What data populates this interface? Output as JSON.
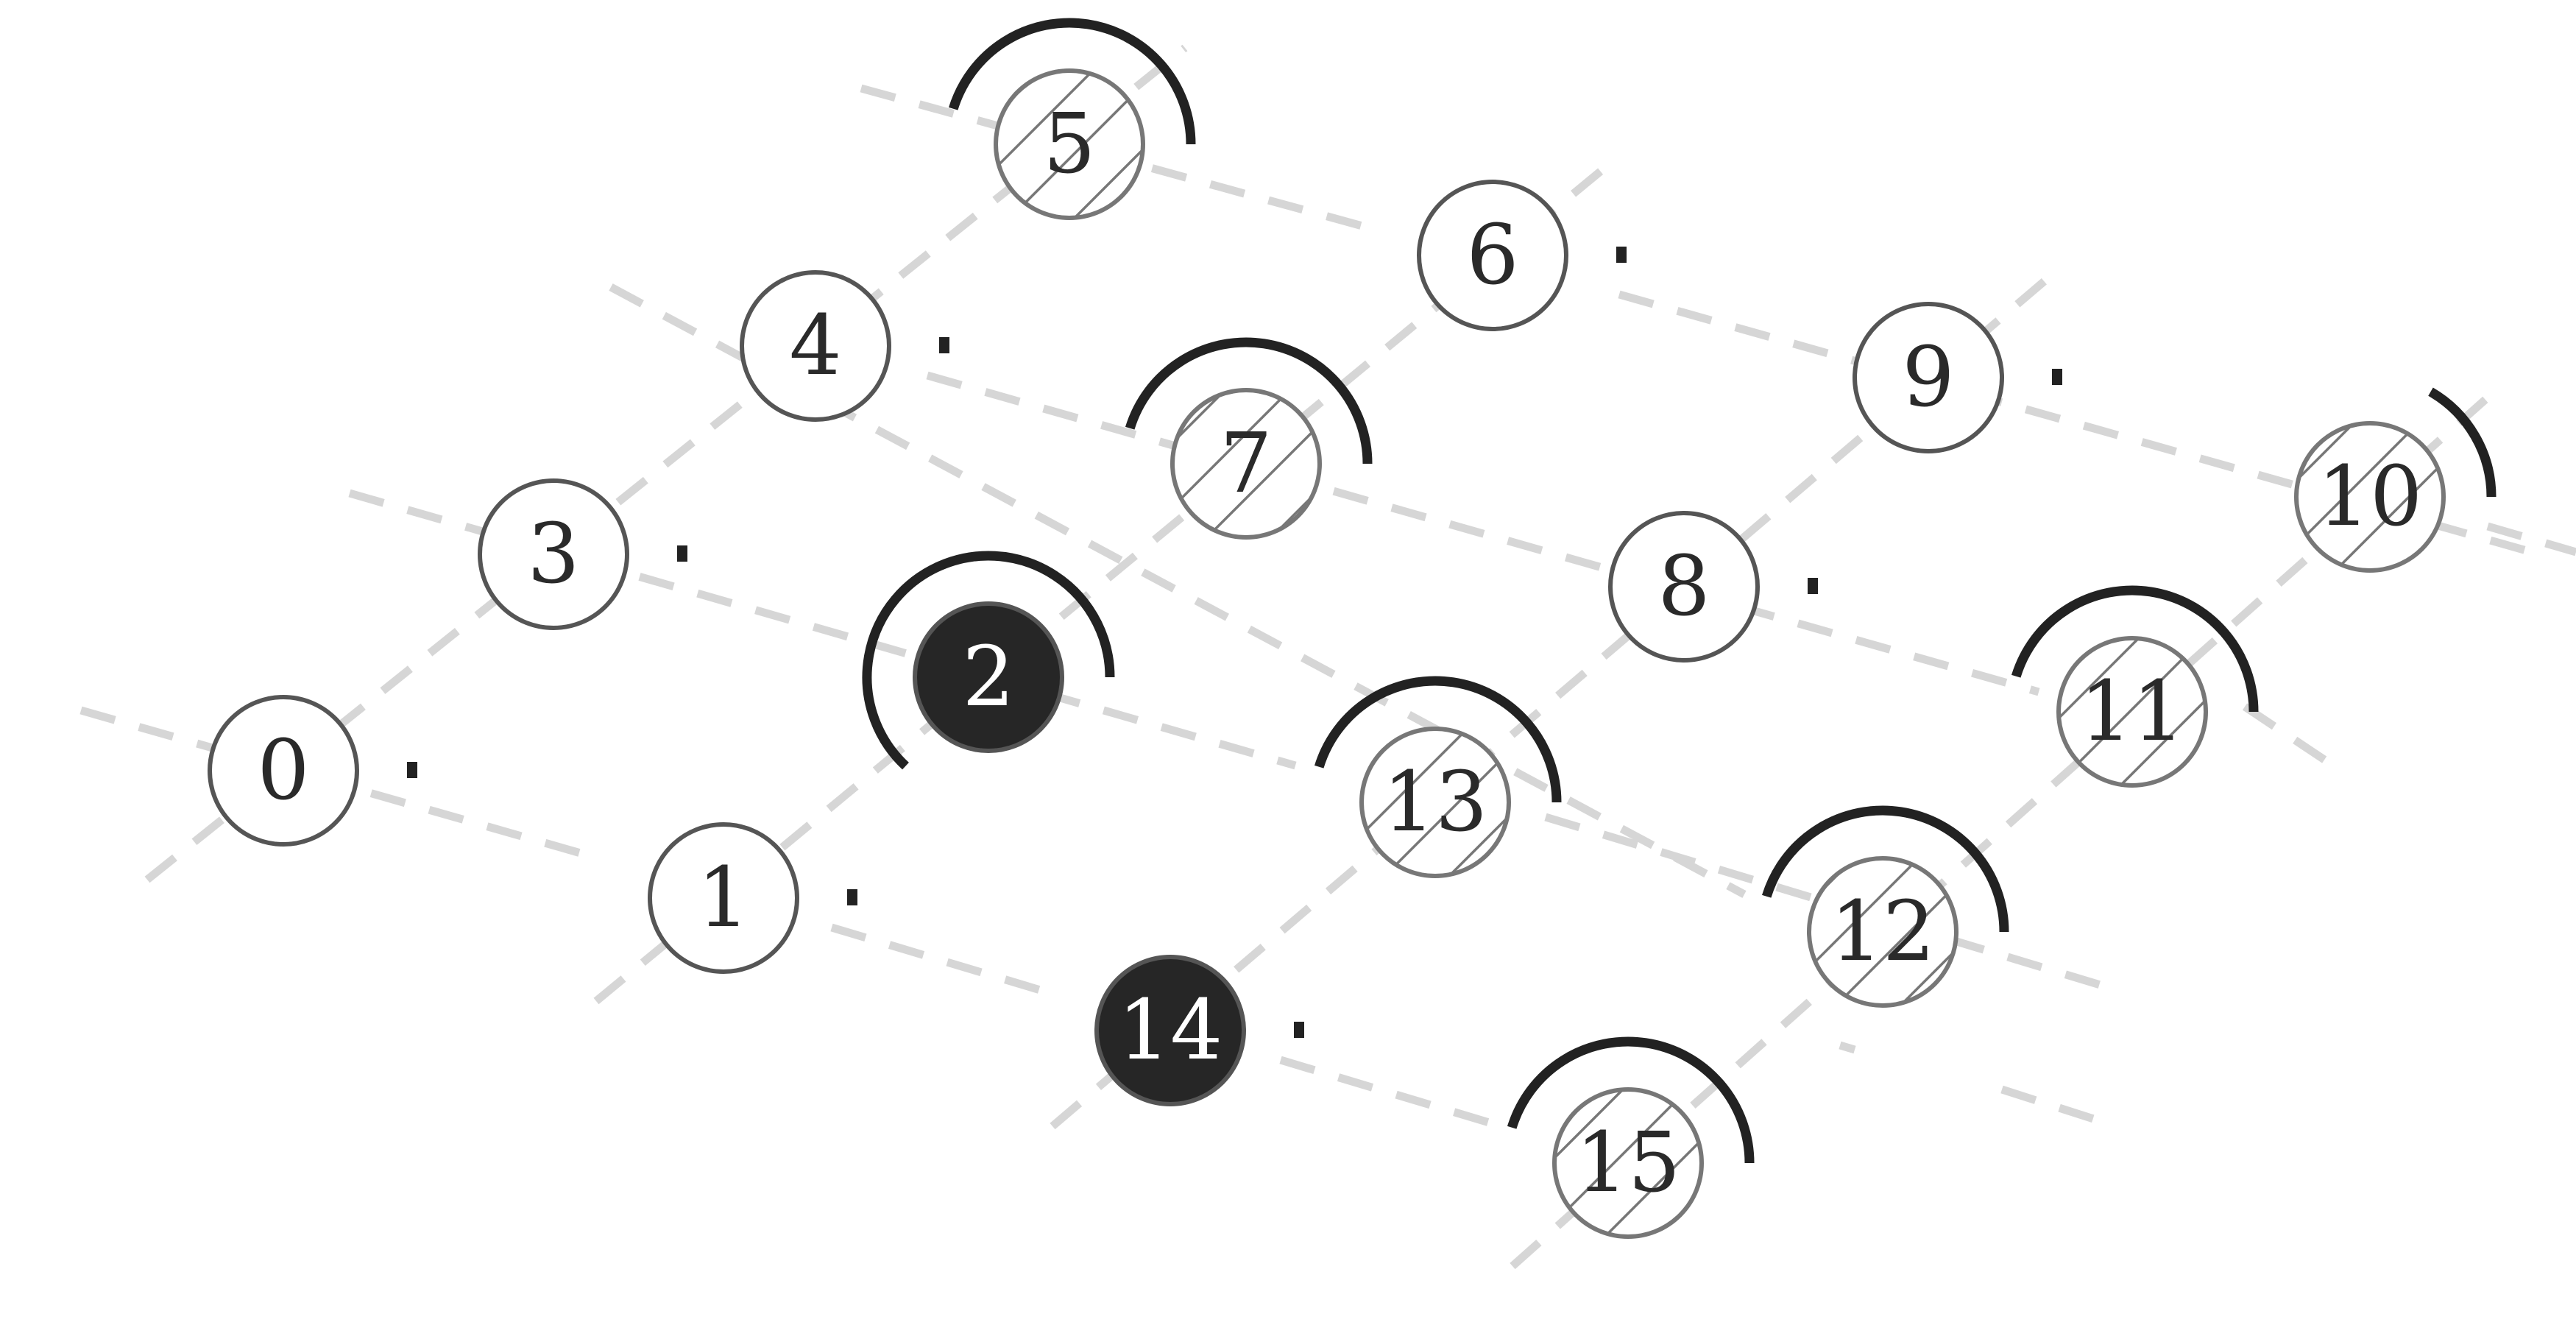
{
  "diagram": {
    "colors": {
      "background": "#ffffff",
      "edge": "#d6d6d6",
      "node_outline": "#555555",
      "hatch_outline": "#777777",
      "filled_node": "#262626",
      "arc": "#222222"
    },
    "nodes": [
      {
        "label": "0",
        "state": "plain"
      },
      {
        "label": "1",
        "state": "plain"
      },
      {
        "label": "2",
        "state": "filled"
      },
      {
        "label": "3",
        "state": "plain"
      },
      {
        "label": "4",
        "state": "plain"
      },
      {
        "label": "5",
        "state": "hatched"
      },
      {
        "label": "6",
        "state": "plain"
      },
      {
        "label": "7",
        "state": "hatched"
      },
      {
        "label": "8",
        "state": "plain"
      },
      {
        "label": "9",
        "state": "plain"
      },
      {
        "label": "10",
        "state": "hatched"
      },
      {
        "label": "11",
        "state": "hatched"
      },
      {
        "label": "12",
        "state": "hatched"
      },
      {
        "label": "13",
        "state": "hatched"
      },
      {
        "label": "14",
        "state": "filled"
      },
      {
        "label": "15",
        "state": "hatched"
      }
    ]
  }
}
